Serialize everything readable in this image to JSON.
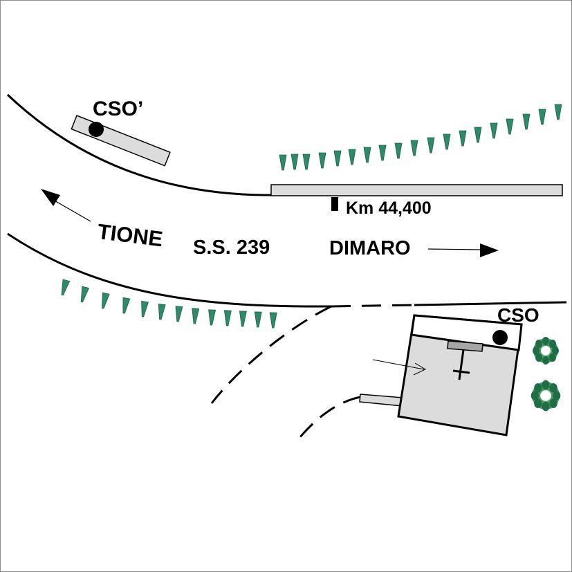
{
  "labels": {
    "cso_prime": "CSO’",
    "cso": "CSO",
    "km_marker": "Km 44,400",
    "road": "S.S. 239",
    "direction_left": "TIONE",
    "direction_right": "DIMARO"
  },
  "icons": {
    "tree": "tree-icon",
    "shrub": "shrub-icon",
    "station": "station-dot-icon",
    "arrow": "arrow-icon"
  },
  "colors": {
    "line": "#000000",
    "fill_gray": "#dcdcdc",
    "inner_gray": "#a6a6a6",
    "vegetation": "#2e8a6a",
    "vegetation_dark": "#1d5e46",
    "frame": "#8c8c8c"
  }
}
